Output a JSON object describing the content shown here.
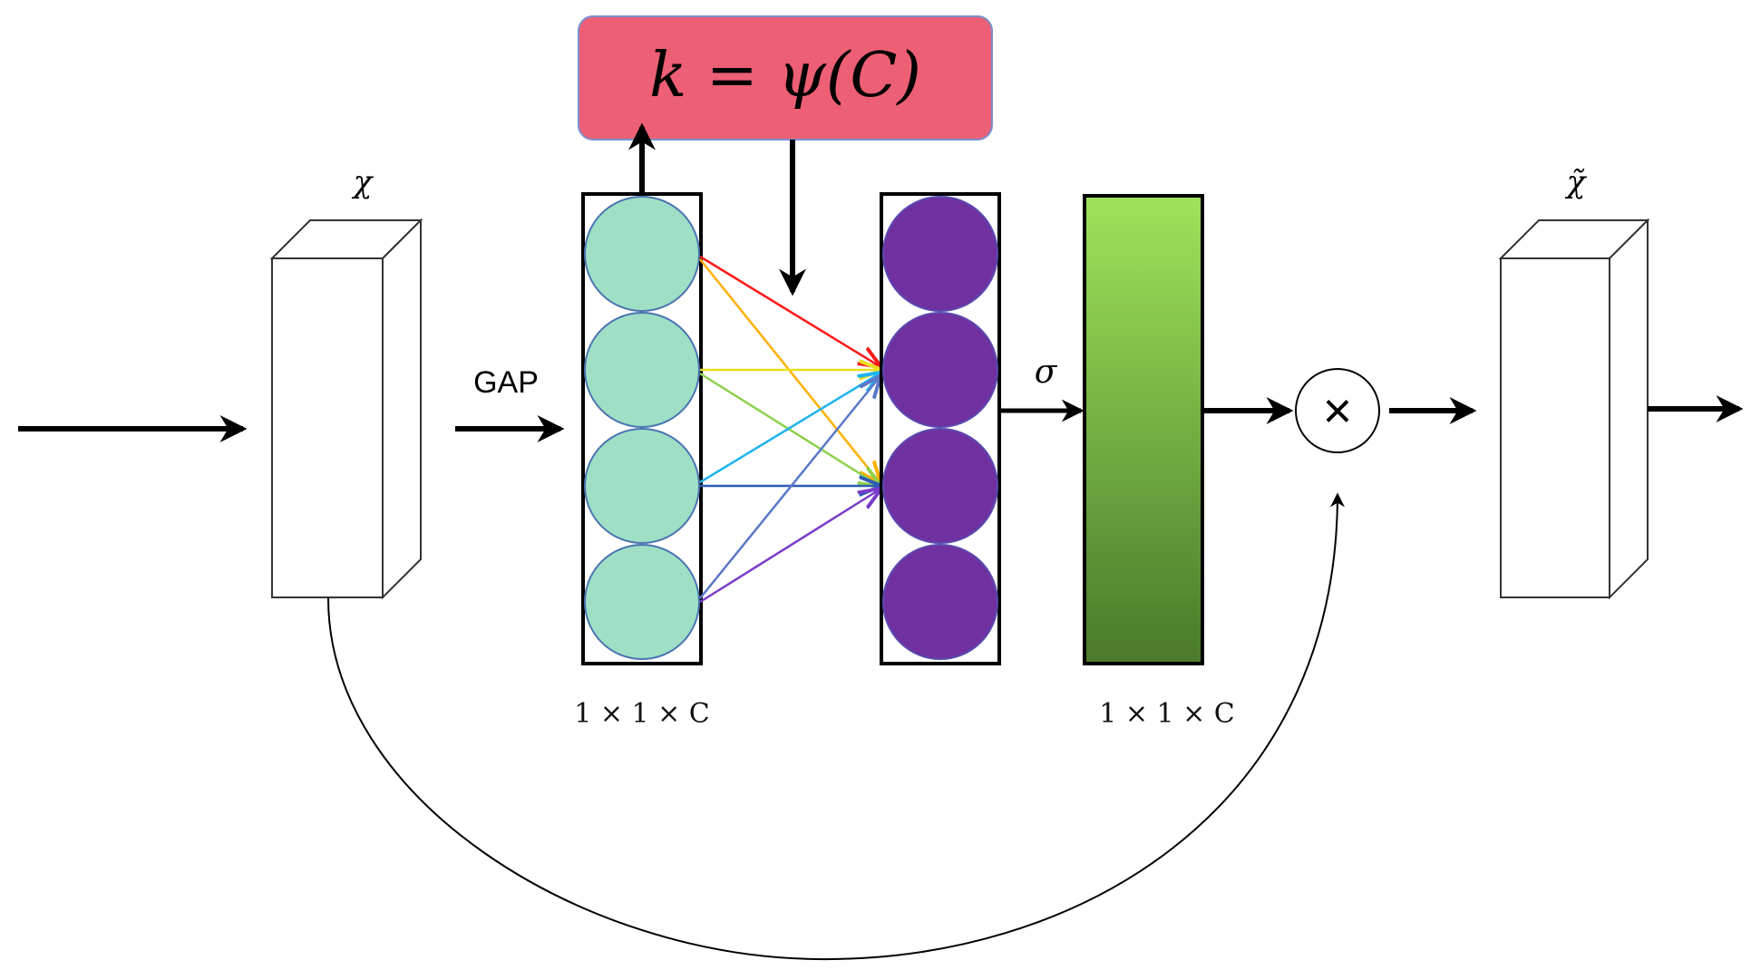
{
  "formula": {
    "label": "k = ψ(C)",
    "box_color": "#EC5F74"
  },
  "labels": {
    "input_tensor": "χ",
    "gap": "GAP",
    "sigma": "σ",
    "output_tensor": "χ̃",
    "multiply": "×",
    "dim_left": "1 × 1 × C",
    "dim_right": "1 × 1 × C"
  },
  "colors": {
    "input_nodes": "#9EDFC6",
    "output_nodes": "#70309F",
    "gate_top": "#9FE35A",
    "gate_bottom": "#4A7A2B",
    "connections": [
      "#FF1A1A",
      "#FFB000",
      "#FFFF33",
      "#8CD24A",
      "#1EB4F0",
      "#2E5CB8",
      "#6F5CC8",
      "#7A3CC8"
    ]
  },
  "icons": {
    "multiply": "multiply-icon",
    "arrow": "arrow-icon"
  }
}
